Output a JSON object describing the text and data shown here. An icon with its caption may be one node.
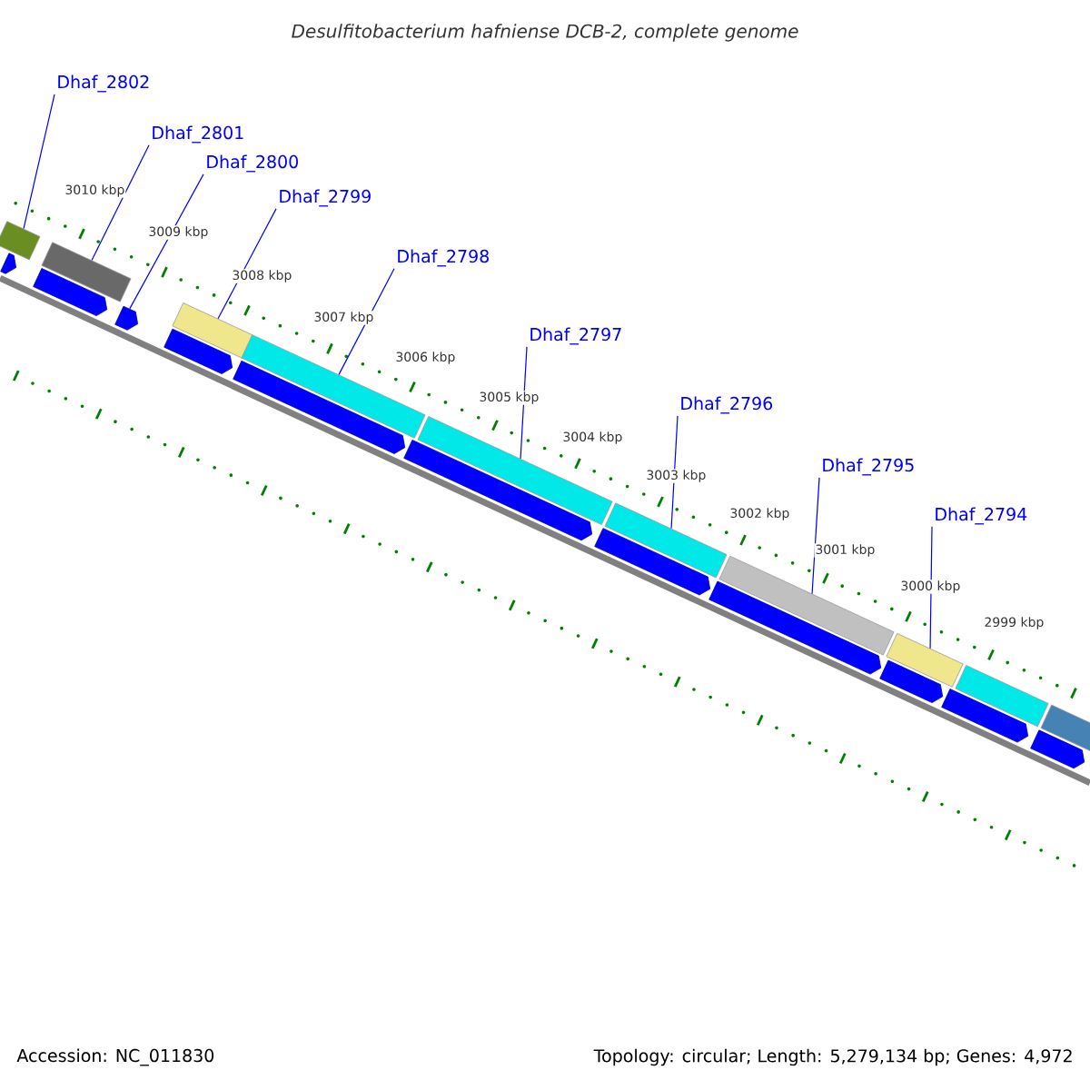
{
  "diagram": {
    "title": "Desulfitobacterium hafniense DCB-2, complete genome",
    "nodes": [
      {
        "text": [
          "Dhaf_2802"
        ]
      },
      {
        "text": [],
        "shape": "bar"
      },
      {
        "text": [
          "Dhaf_2801"
        ]
      },
      {
        "text": [],
        "shape": "bar"
      },
      {
        "text": [
          "Dhaf_2800"
        ]
      },
      {
        "text": [],
        "shape": "arrow"
      },
      {
        "text": [
          "Dhaf_2799"
        ]
      },
      {
        "text": [],
        "shape": "bar"
      },
      {
        "text": [
          "Dhaf_2798"
        ]
      },
      {
        "text": [],
        "shape": "bar"
      },
      {
        "text": [
          "Dhaf_2797"
        ]
      },
      {
        "text": [],
        "shape": "bar"
      },
      {
        "text": [
          "Dhaf_2796"
        ]
      },
      {
        "text": [],
        "shape": "bar"
      },
      {
        "text": [
          "Dhaf_2795"
        ]
      },
      {
        "text": [],
        "shape": "bar"
      },
      {
        "text": [
          "Dhaf_2794"
        ]
      },
      {
        "text": [],
        "shape": "bar"
      },
      {
        "text": [],
        "shape": "arrow"
      },
      {
        "text": [],
        "shape": "arrow"
      },
      {
        "text": [],
        "shape": "arrow"
      },
      {
        "text": [],
        "shape": "arrow"
      },
      {
        "text": [],
        "shape": "arrow"
      },
      {
        "text": [],
        "shape": "arrow"
      },
      {
        "text": [],
        "shape": "arrow"
      },
      {
        "text": [],
        "shape": "arrow"
      },
      {
        "text": [],
        "shape": "arrow"
      },
      {
        "text": [],
        "shape": "arrow"
      },
      {
        "text": [],
        "shape": "bar"
      },
      {
        "text": [],
        "shape": "bar"
      }
    ],
    "edges": [
      {
        "from": 0,
        "to": 1,
        "arrow": "none"
      },
      {
        "from": 2,
        "to": 3,
        "arrow": "none"
      },
      {
        "from": 4,
        "to": 5,
        "arrow": "none"
      },
      {
        "from": 6,
        "to": 7,
        "arrow": "none"
      },
      {
        "from": 8,
        "to": 9,
        "arrow": "none"
      },
      {
        "from": 10,
        "to": 11,
        "arrow": "none"
      },
      {
        "from": 12,
        "to": 13,
        "arrow": "none"
      },
      {
        "from": 14,
        "to": 15,
        "arrow": "none"
      },
      {
        "from": 16,
        "to": 17,
        "arrow": "none"
      }
    ],
    "labels": [
      "3010 kbp",
      "3009 kbp",
      "3008 kbp",
      "3007 kbp",
      "3006 kbp",
      "3005 kbp",
      "3004 kbp",
      "3003 kbp",
      "3002 kbp",
      "3001 kbp",
      "3000 kbp",
      "2999 kbp",
      "Accession: NC_011830",
      "Topology: circular; Length: 5,279,134 bp; Genes: 4,972"
    ]
  }
}
